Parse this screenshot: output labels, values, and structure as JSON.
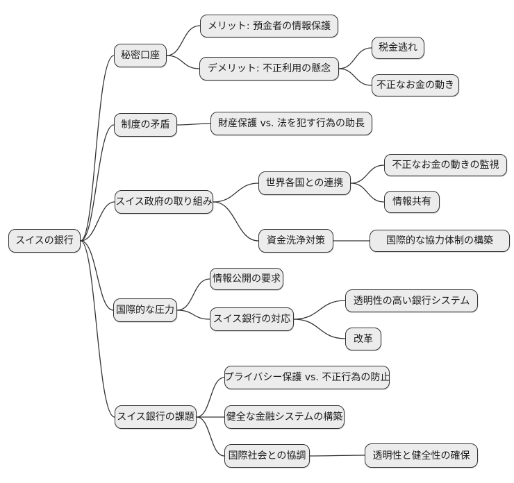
{
  "diagram": {
    "type": "mindmap",
    "topic": "スイスの銀行",
    "colors": {
      "node_fill": "#ececec",
      "node_border": "#333333",
      "link_stroke": "#333333",
      "background": "#ffffff",
      "text": "#1a1a1a"
    },
    "root": {
      "label": "スイスの銀行",
      "children": [
        {
          "label": "秘密口座",
          "children": [
            {
              "label": "メリット: 預金者の情報保護"
            },
            {
              "label": "デメリット: 不正利用の懸念",
              "children": [
                {
                  "label": "税金逃れ"
                },
                {
                  "label": "不正なお金の動き"
                }
              ]
            }
          ]
        },
        {
          "label": "制度の矛盾",
          "children": [
            {
              "label": "財産保護 vs. 法を犯す行為の助長"
            }
          ]
        },
        {
          "label": "スイス政府の取り組み",
          "children": [
            {
              "label": "世界各国との連携",
              "children": [
                {
                  "label": "不正なお金の動きの監視"
                },
                {
                  "label": "情報共有"
                }
              ]
            },
            {
              "label": "資金洗浄対策",
              "children": [
                {
                  "label": "国際的な協力体制の構築"
                }
              ]
            }
          ]
        },
        {
          "label": "国際的な圧力",
          "children": [
            {
              "label": "情報公開の要求"
            },
            {
              "label": "スイス銀行の対応",
              "children": [
                {
                  "label": "透明性の高い銀行システム"
                },
                {
                  "label": "改革"
                }
              ]
            }
          ]
        },
        {
          "label": "スイス銀行の課題",
          "children": [
            {
              "label": "プライバシー保護 vs. 不正行為の防止"
            },
            {
              "label": "健全な金融システムの構築"
            },
            {
              "label": "国際社会との協調",
              "children": [
                {
                  "label": "透明性と健全性の確保"
                }
              ]
            }
          ]
        }
      ]
    }
  }
}
